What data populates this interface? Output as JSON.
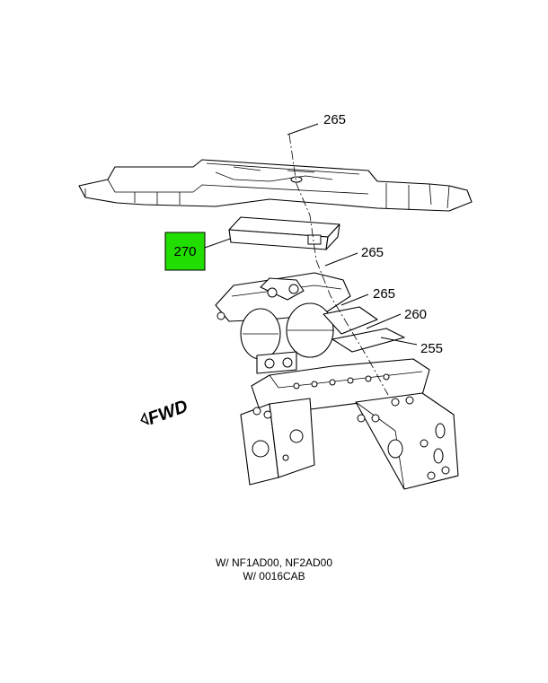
{
  "diagram": {
    "callouts": {
      "c265_top": "265",
      "c265_mid": "265",
      "c265_low": "265",
      "c260": "260",
      "c255": "255"
    },
    "highlight": {
      "label": "270",
      "color": "#22dd00"
    },
    "direction_marker": "FWD"
  },
  "caption": {
    "line1": "W/ NF1AD00, NF2AD00",
    "line2": "W/ 0016CAB"
  }
}
